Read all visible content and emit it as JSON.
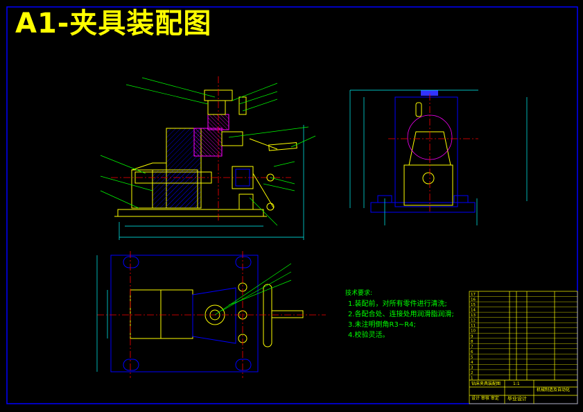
{
  "drawing": {
    "title": "A1-夹具装配图"
  },
  "requirements": {
    "heading": "技术要求:",
    "items": [
      "1.装配前，对所有零件进行清洗;",
      "2.各配合处、连接处用润滑脂润滑;",
      "3.未注明倒角R3~R4;",
      "4.校验灵活。"
    ]
  },
  "part_numbers": [
    "1",
    "2",
    "3",
    "4",
    "5",
    "6",
    "7",
    "8",
    "9",
    "10",
    "11",
    "12",
    "13",
    "14",
    "15",
    "16",
    "17"
  ],
  "title_block": {
    "drawing_name": "钻床夹具装配图",
    "scale": "1:1",
    "label_graduation": "毕业设计",
    "school_line": "机械制造及自动化",
    "designer_line": "设计 审核 审定"
  },
  "colors": {
    "background": "#000000",
    "frame": "#0000ff",
    "title": "#ffff00",
    "text": "#00ff00",
    "outline": "#ffff00",
    "hatch": "#ff00ff",
    "center": "#ff0000",
    "leader": "#00ff00",
    "dimension": "#00ffff"
  }
}
